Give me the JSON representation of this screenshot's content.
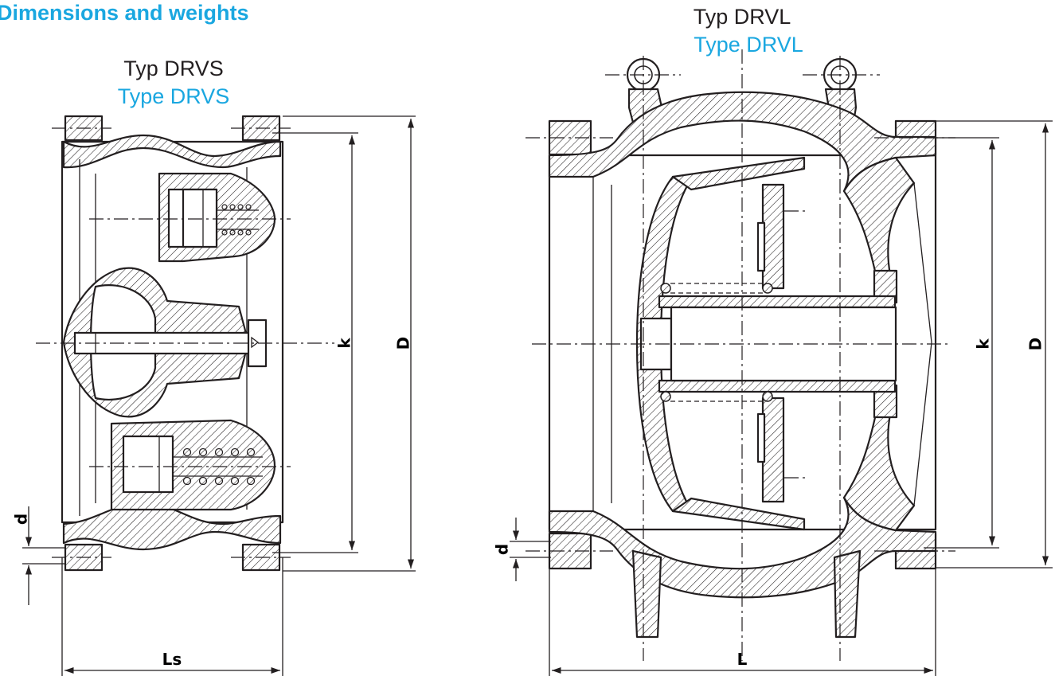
{
  "heading": "Dimensions and weights",
  "colors": {
    "accent": "#1aa7e0",
    "line": "#231f20"
  },
  "views": {
    "drvs": {
      "caption_de": "Typ DRVS",
      "caption_en": "Type DRVS",
      "dims": {
        "length": "Ls",
        "pitch": "k",
        "outer": "D",
        "bolt": "d"
      }
    },
    "drvl": {
      "caption_de": "Typ DRVL",
      "caption_en": "Type DRVL",
      "dims": {
        "length": "L",
        "pitch": "k",
        "outer": "D",
        "bolt": "d"
      }
    }
  }
}
